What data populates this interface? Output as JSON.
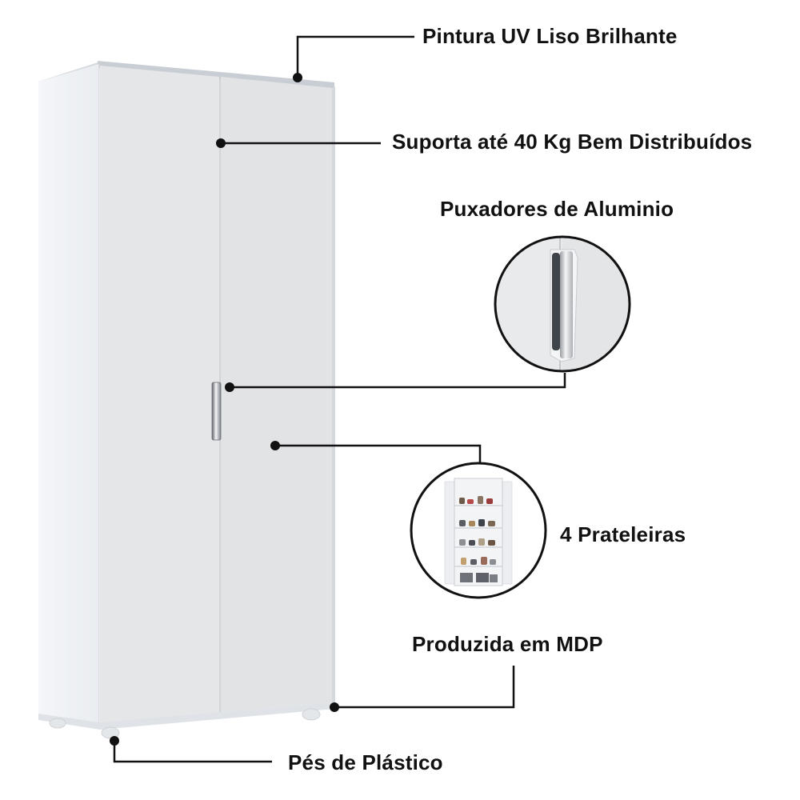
{
  "callouts": {
    "paint": "Pintura UV Liso Brilhante",
    "support": "Suporta até 40 Kg Bem Distribuídos",
    "handles": "Puxadores de Aluminio",
    "shelves": "4 Prateleiras",
    "mdp": "Produzida em MDP",
    "feet": "Pés de Plástico"
  },
  "colors": {
    "cabinet_body": "#eef0f3",
    "door_face": "#e3e4e6",
    "callout_line": "#111111",
    "handle_metal": "#9ea3a8"
  }
}
